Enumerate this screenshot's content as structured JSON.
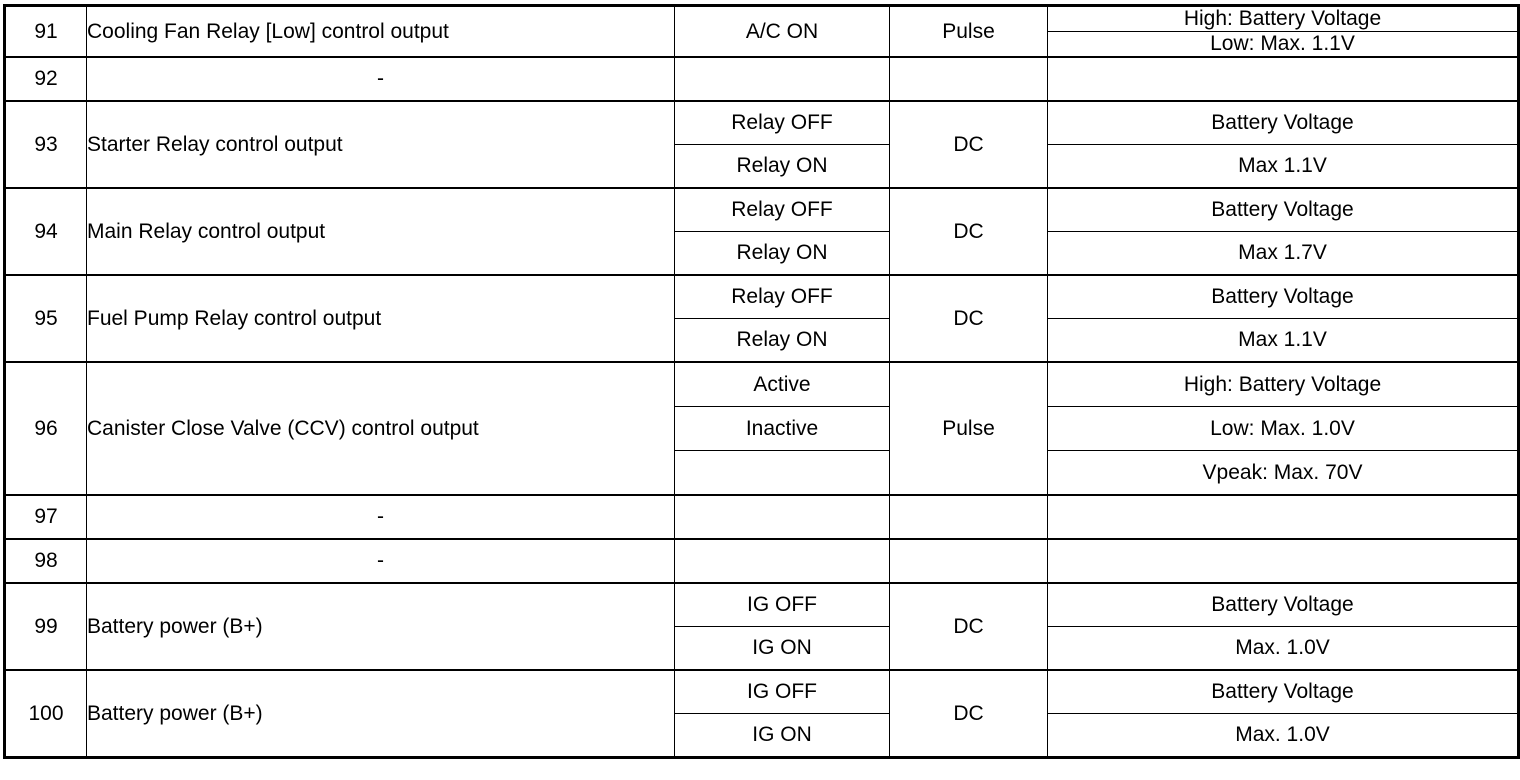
{
  "table": {
    "columns": [
      "pin",
      "description",
      "condition",
      "type",
      "value"
    ],
    "rows": [
      {
        "pin": "91",
        "description": "Cooling Fan Relay [Low] control output",
        "type": "Pulse",
        "subrows": [
          {
            "condition": "A/C ON",
            "condition_span": 2,
            "value": "High: Battery Voltage"
          },
          {
            "condition": "",
            "condition_span": 0,
            "value": "Low: Max. 1.1V"
          }
        ]
      },
      {
        "pin": "92",
        "description": "-",
        "type": "",
        "subrows": [
          {
            "condition": "",
            "condition_span": 1,
            "value": ""
          }
        ]
      },
      {
        "pin": "93",
        "description": "Starter Relay control output",
        "type": "DC",
        "subrows": [
          {
            "condition": "Relay OFF",
            "condition_span": 1,
            "value": "Battery Voltage"
          },
          {
            "condition": "Relay ON",
            "condition_span": 1,
            "value": "Max 1.1V"
          }
        ]
      },
      {
        "pin": "94",
        "description": "Main Relay control output",
        "type": "DC",
        "subrows": [
          {
            "condition": "Relay OFF",
            "condition_span": 1,
            "value": "Battery Voltage"
          },
          {
            "condition": "Relay ON",
            "condition_span": 1,
            "value": "Max 1.7V"
          }
        ]
      },
      {
        "pin": "95",
        "description": "Fuel Pump Relay control output",
        "type": "DC",
        "subrows": [
          {
            "condition": "Relay OFF",
            "condition_span": 1,
            "value": "Battery Voltage"
          },
          {
            "condition": "Relay ON",
            "condition_span": 1,
            "value": "Max 1.1V"
          }
        ]
      },
      {
        "pin": "96",
        "description": "Canister Close Valve (CCV) control output",
        "type": "Pulse",
        "subrows": [
          {
            "condition": "Active",
            "condition_span": 1,
            "value": "High: Battery Voltage"
          },
          {
            "condition": "Inactive",
            "condition_span": 1,
            "value": "Low: Max. 1.0V"
          },
          {
            "condition": "",
            "condition_span": 1,
            "value": "Vpeak: Max. 70V"
          }
        ]
      },
      {
        "pin": "97",
        "description": "-",
        "type": "",
        "subrows": [
          {
            "condition": "",
            "condition_span": 1,
            "value": ""
          }
        ]
      },
      {
        "pin": "98",
        "description": "-",
        "type": "",
        "subrows": [
          {
            "condition": "",
            "condition_span": 1,
            "value": ""
          }
        ]
      },
      {
        "pin": "99",
        "description": "Battery power (B+)",
        "type": "DC",
        "subrows": [
          {
            "condition": "IG OFF",
            "condition_span": 1,
            "value": "Battery Voltage"
          },
          {
            "condition": "IG ON",
            "condition_span": 1,
            "value": "Max. 1.0V"
          }
        ]
      },
      {
        "pin": "100",
        "description": "Battery power (B+)",
        "type": "DC",
        "subrows": [
          {
            "condition": "IG OFF",
            "condition_span": 1,
            "value": "Battery Voltage"
          },
          {
            "condition": "IG ON",
            "condition_span": 1,
            "value": "Max. 1.0V"
          }
        ]
      }
    ]
  },
  "style": {
    "text_color": "#000000",
    "border_color": "#000000",
    "background": "#ffffff"
  }
}
